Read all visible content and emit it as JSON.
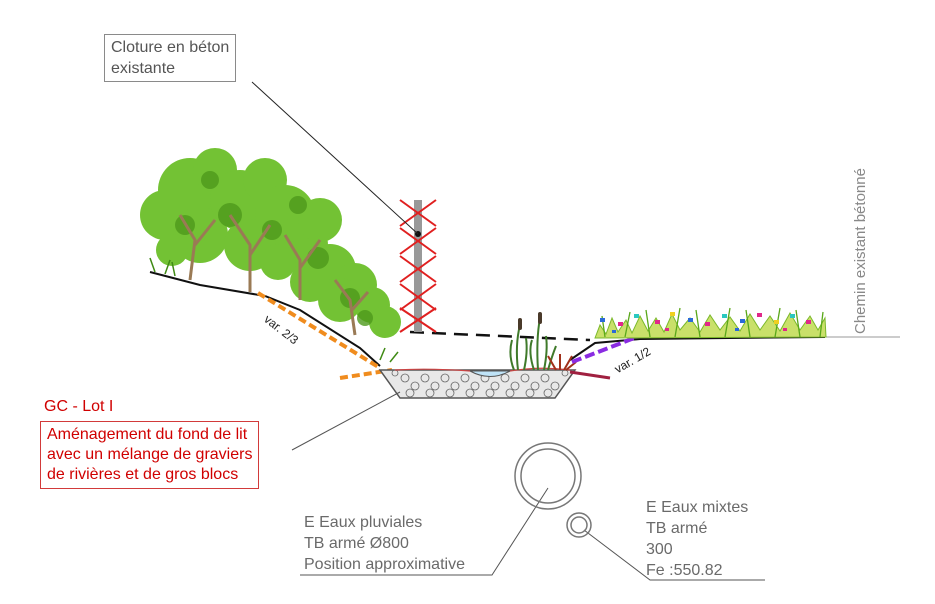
{
  "labels": {
    "fence_note": [
      "Cloture en béton",
      "existante"
    ],
    "lot_title": "GC - Lot I",
    "riverbed_note": [
      "Aménagement du fond de lit",
      "avec un mélange de graviers",
      "de rivières et de gros blocs"
    ],
    "path_label": "Chemin existant bétonné",
    "slope_left": "var. 2/3",
    "slope_right": "var. 1/2",
    "pipe_pluvial": [
      "E Eaux pluviales",
      "TB armé Ø800",
      "Position approximative"
    ],
    "pipe_mixed": [
      "E Eaux mixtes",
      "TB armé",
      "300",
      "Fe :550.82"
    ]
  },
  "colors": {
    "red_text": "#d00000",
    "grey_text": "#6a6a6a",
    "tree_green": "#6cbf2a",
    "tree_trunk": "#9a7a55",
    "slope_orange": "#f08c1e",
    "slope_purple": "#8a2be2",
    "fence_cross": "#e02020",
    "water": "#bfe3f7",
    "gravel": "#777777"
  },
  "icons": {
    "fence": "fence-post-icon",
    "pipe_large": "pipe-section-icon",
    "pipe_small": "pipe-section-icon"
  }
}
